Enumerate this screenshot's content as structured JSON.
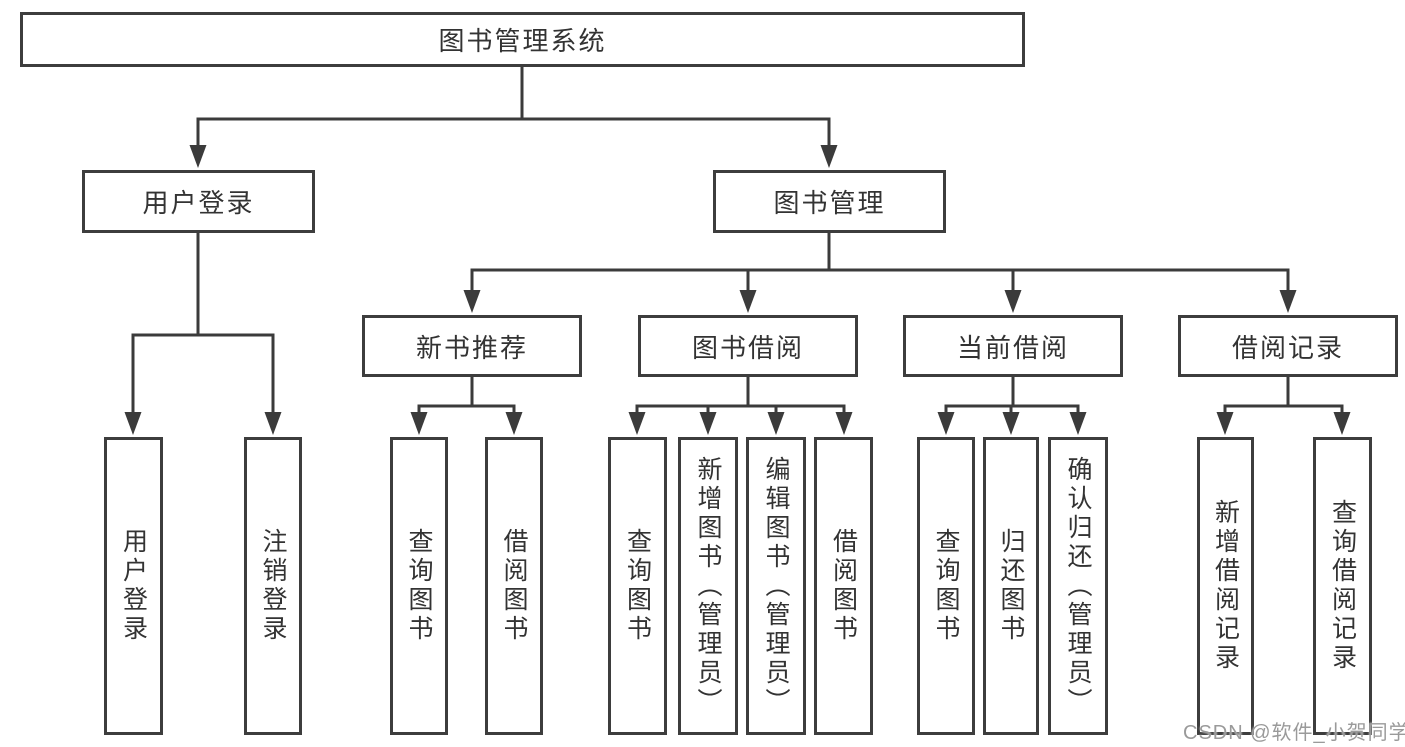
{
  "org_chart": {
    "title": "图书管理系统",
    "level2": [
      {
        "label": "用户登录",
        "children": [
          {
            "label": "用户登录"
          },
          {
            "label": "注销登录"
          }
        ]
      },
      {
        "label": "图书管理",
        "children": [
          {
            "label": "新书推荐",
            "children": [
              {
                "label": "查询图书"
              },
              {
                "label": "借阅图书"
              }
            ]
          },
          {
            "label": "图书借阅",
            "children": [
              {
                "label": "查询图书"
              },
              {
                "label": "新增图书（管理员）"
              },
              {
                "label": "编辑图书（管理员）"
              },
              {
                "label": "借阅图书"
              }
            ]
          },
          {
            "label": "当前借阅",
            "children": [
              {
                "label": "查询图书"
              },
              {
                "label": "归还图书"
              },
              {
                "label": "确认归还（管理员）"
              }
            ]
          },
          {
            "label": "借阅记录",
            "children": [
              {
                "label": "新增借阅记录"
              },
              {
                "label": "查询借阅记录"
              }
            ]
          }
        ]
      }
    ]
  },
  "watermark": {
    "text": "CSDN @软件_小贺同学"
  },
  "colors": {
    "line": "#3b3b3b",
    "box_border": "#3d3d3d",
    "text": "#333333",
    "watermark_text": "#9a9a9a",
    "background": "#ffffff"
  }
}
